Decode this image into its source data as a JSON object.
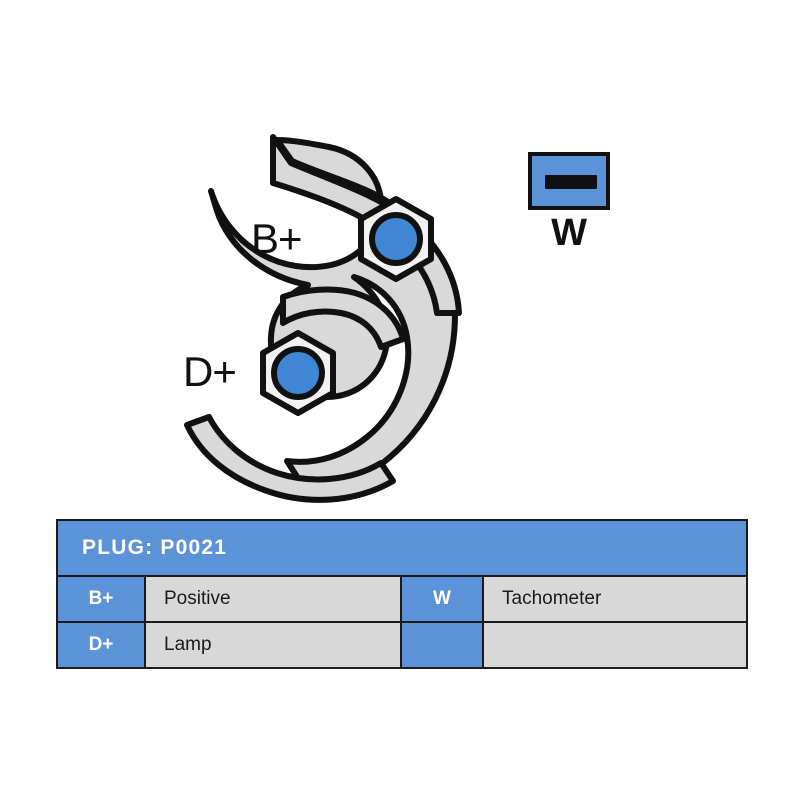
{
  "page": {
    "background_color": "#ffffff",
    "accent_blue": "#5b92d8",
    "body_gray": "#d9d9d9",
    "cell_gray": "#d8d8d8",
    "outline_black": "#111111"
  },
  "connector": {
    "name": "alternator-terminal-block",
    "shape": "c-shaped-bracket",
    "terminals": [
      {
        "id": "b-plus",
        "label": "B+",
        "nut": "hex-nut",
        "stud_color": "#3f87d4"
      },
      {
        "id": "d-plus",
        "label": "D+",
        "nut": "hex-nut",
        "stud_color": "#3f87d4"
      }
    ]
  },
  "w_terminal": {
    "label": "W",
    "type": "blade-terminal",
    "body_color": "#5b92d8",
    "slot_color": "#111111"
  },
  "table": {
    "header": "PLUG: P0021",
    "rows": [
      {
        "pin_left": "B+",
        "desc_left": "Positive",
        "pin_right": "W",
        "desc_right": "Tachometer"
      },
      {
        "pin_left": "D+",
        "desc_left": "Lamp",
        "pin_right": "",
        "desc_right": ""
      }
    ]
  }
}
